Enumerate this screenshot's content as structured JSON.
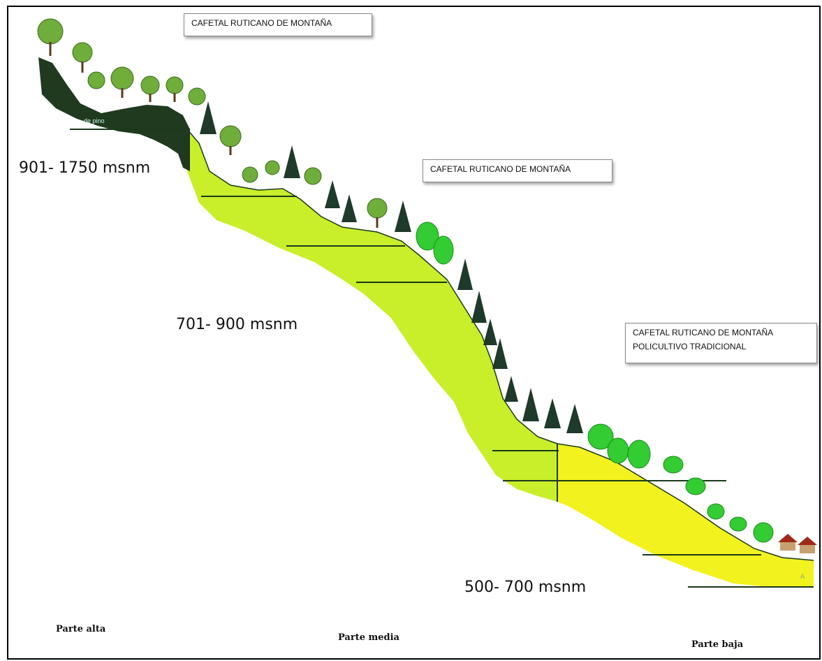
{
  "labels": {
    "top_box": "CAFETAL RUTICANO DE MONTAÑA",
    "middle_box": "CAFETAL RUTICANO DE MONTAÑA",
    "lower_box_line1": "CAFETAL RUTICANO DE MONTAÑA",
    "lower_box_line2": "POLICULTIVO TRADICIONAL",
    "inner_tag": "de pino",
    "corner_tag": "A"
  },
  "altitudes": {
    "high": "901- 1750 msnm",
    "mid": "701-  900 msnm",
    "low": "500- 700 msnm"
  },
  "zones": {
    "alta": "Parte alta",
    "media": "Parte media",
    "baja": "Parte baja"
  },
  "colors": {
    "high_band": "#1f3a1f",
    "mid_band": "#c8ef2a",
    "mid_band_dark": "#b6e02a",
    "low_band": "#f2f21e",
    "pine": "#1e3a2a",
    "broadleaf": "#6fae3a",
    "bush": "#33cc33"
  },
  "icons": {
    "pine_tree": "pine-tree-icon",
    "broadleaf_tree": "broadleaf-tree-icon",
    "bush": "bush-icon",
    "house": "house-icon"
  }
}
